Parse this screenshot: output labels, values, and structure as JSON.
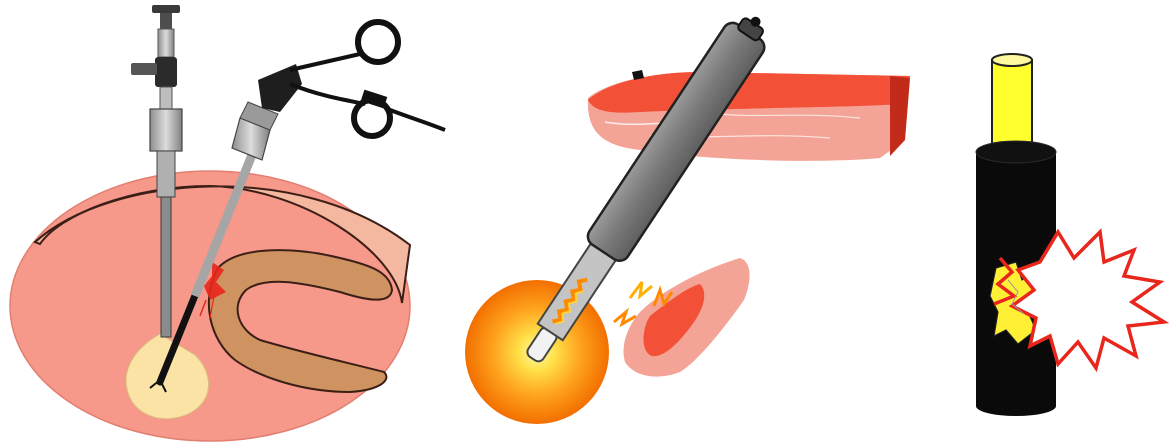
{
  "figure": {
    "panels": [
      {
        "id": "laparoscopic-scene",
        "icon": "laparoscope-and-grasper-icon"
      },
      {
        "id": "electrode-scene",
        "icon": "insulated-electrode-icon"
      },
      {
        "id": "insulation-failure",
        "icon": "damaged-insulation-icon"
      }
    ]
  },
  "colors": {
    "abdomen": "#F6988A",
    "abdominal-wall": "#F4B7A0",
    "bowel": "#CE9361",
    "light-cone": "#FBE3A5",
    "tissue-red": "#F25037",
    "tissue-pink": "#F4A496",
    "shaft-gray": "#7F7F7F",
    "glow-orange": "#FF8A00",
    "conductor-yellow": "#FFFF2E",
    "spark-red": "#E8261C"
  }
}
